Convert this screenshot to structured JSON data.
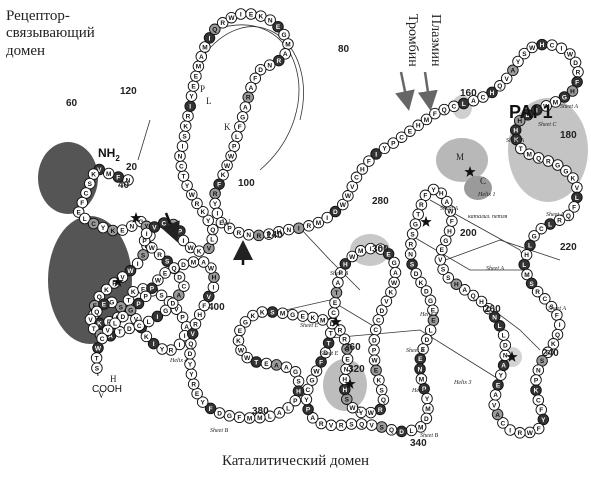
{
  "labels": {
    "receptor_line1": "Рецептор-",
    "receptor_line2": "связывающий",
    "receptor_line3": "домен",
    "catalytic": "Каталитический домен",
    "plasmin": "Плазмин",
    "thrombin": "Тромбин",
    "pai": "PAI 1",
    "nh2": "NH",
    "nh2_sub": "2",
    "cooh": "COOH"
  },
  "residue_numbers": [
    "20",
    "40",
    "60",
    "80",
    "100",
    "120",
    "140",
    "160",
    "180",
    "200",
    "220",
    "240",
    "260",
    "280",
    "300",
    "320",
    "340",
    "360",
    "380",
    "400"
  ],
  "structure_labels": {
    "sheet_a1": "Sheet A",
    "sheet_a2": "Sheet A",
    "sheet_a3": "Sheet A",
    "sheet_a4": "Sheet A",
    "sheet_a5": "Sheet A",
    "sheet_a6": "Sheet A",
    "sheet_b1": "Sheet B",
    "sheet_b2": "Sheet B",
    "sheet_b3": "Sheet B",
    "sheet_b4": "Sheet B",
    "sheet_c": "Sheet C",
    "sheet_e": "Sheet E",
    "sheet_e2": "Sheet E",
    "helix1": "Helix 1",
    "helix2": "Helix 2",
    "helix3": "Helix 3",
    "helix4": "Helix 4",
    "helix5": "Helix 5",
    "loop": "катализ. петля",
    "letter_m": "M",
    "letter_l": "L",
    "letter_k": "K",
    "letter_e": "E",
    "letter_h": "H",
    "letter_v": "V",
    "letter_w": "W",
    "letter_p": "P",
    "letter_c": "C"
  },
  "colors": {
    "domain_fill": "#555555",
    "shade_fill": "#b4b4b4",
    "dark_residue": "#333333",
    "line": "#222222"
  }
}
